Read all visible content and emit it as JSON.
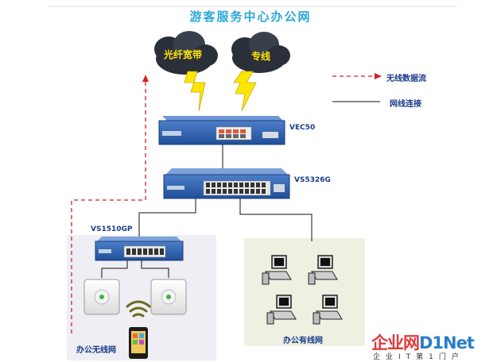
{
  "title": "游客服务中心办公网",
  "clouds": [
    {
      "label": "光纤宽带"
    },
    {
      "label": "专线"
    }
  ],
  "legend": {
    "wireless_flow": "无线数据流",
    "wired_link": "网线连接"
  },
  "devices": {
    "gateway": "VEC50",
    "core_switch": "VS5326G",
    "poe_switch": "VS1510GP"
  },
  "areas": {
    "wireless_office": "办公无线网",
    "wired_office": "办公有线网"
  },
  "watermark": {
    "brand_part1": "企业网",
    "brand_part2": "D1Net",
    "tagline": "企业IT第1门户"
  },
  "colors": {
    "switch_blue": "#2f5fa8",
    "dashed_red": "#d02020",
    "cloud_dark": "#2b2f3a",
    "lightning": "#ffe600",
    "watermark_red": "#e03a3a",
    "watermark_blue": "#2a7fc6"
  }
}
